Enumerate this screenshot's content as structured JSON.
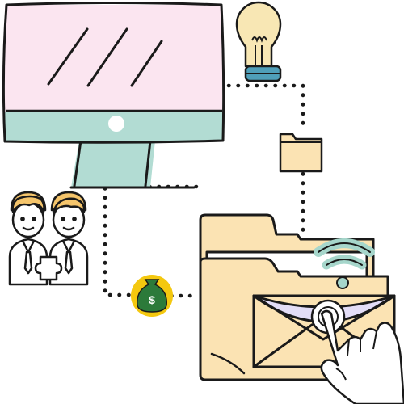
{
  "illustration": {
    "elements": [
      "computer-monitor",
      "lightbulb-icon",
      "folder-icon",
      "businessmen-pair",
      "money-bag-icon",
      "open-folder",
      "email-envelope",
      "wifi-icon",
      "pointing-hand-icon"
    ],
    "money_bag_symbol": "$"
  },
  "colors": {
    "screen": "#fbe5f0",
    "monitor_base": "#b2dcd3",
    "bulb": "#f8e7b4",
    "bulb_base": "#4f9fb9",
    "folder": "#fbe3b3",
    "envelope_top": "#e3ddf7",
    "money_bag": "#2c7a3a",
    "money_circle": "#f4c80f",
    "wifi": "#a6d6cb",
    "hair": "#f5c56b",
    "outline": "#1a1a1a",
    "skin": "#ffffff"
  }
}
